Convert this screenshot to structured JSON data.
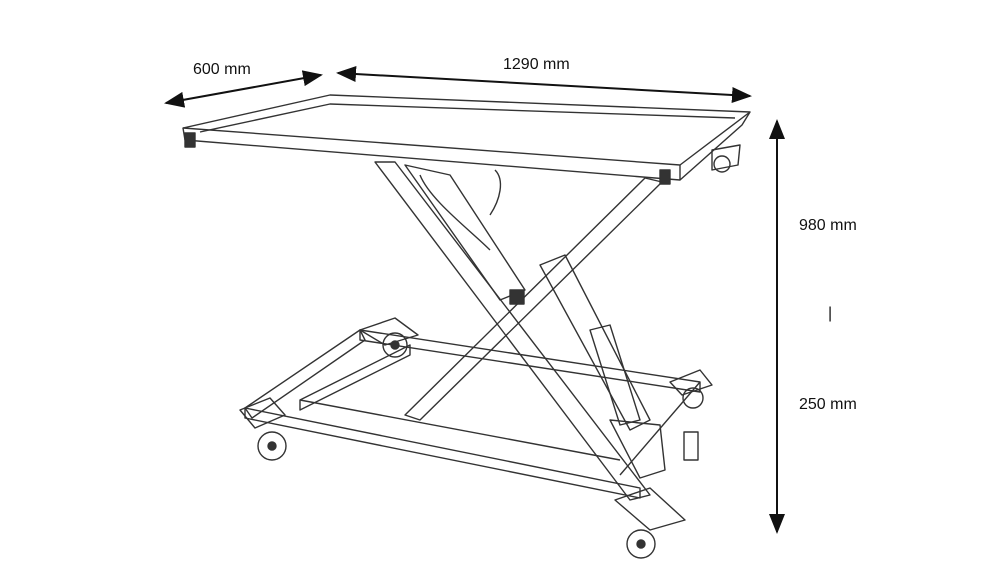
{
  "dimensions": {
    "depth": "600 mm",
    "length": "1290 mm",
    "max_height": "980 mm",
    "separator": "|",
    "min_height": "250 mm"
  },
  "colors": {
    "line": "#222222",
    "background": "#ffffff"
  }
}
